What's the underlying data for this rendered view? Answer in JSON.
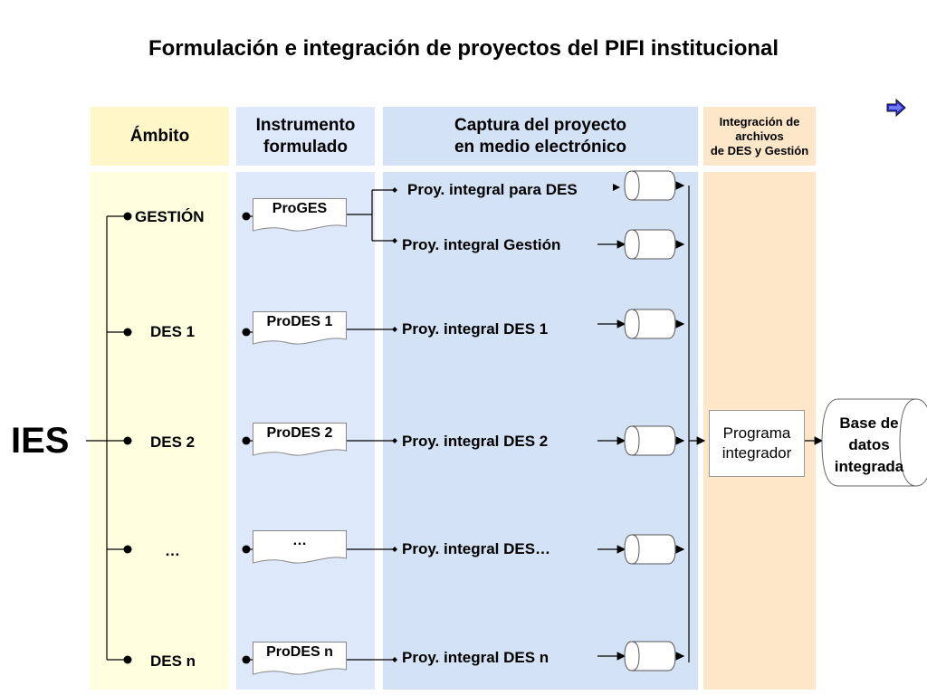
{
  "title": "Formulación e integración de proyectos del PIFI institucional",
  "headers": {
    "ambito": "Ámbito",
    "instrumento": [
      "Instrumento",
      "formulado"
    ],
    "captura": [
      "Captura del proyecto",
      "en medio electrónico"
    ],
    "integracion": [
      "Integración de",
      "archivos",
      "de DES y Gestión"
    ]
  },
  "root": "IES",
  "ambitos": [
    "GESTIÓN",
    "DES 1",
    "DES 2",
    "…",
    "DES n"
  ],
  "instrumentos": [
    "ProGES",
    "ProDES 1",
    "ProDES 2",
    "…",
    "ProDES n"
  ],
  "proyectos": [
    "Proy. integral para DES",
    "Proy. integral Gestión",
    "Proy. integral DES 1",
    "Proy. integral DES 2",
    "Proy. integral DES…",
    "Proy. integral DES n"
  ],
  "integrador": [
    "Programa",
    "integrador"
  ],
  "base_datos": [
    "Base de",
    "datos",
    "integrada"
  ],
  "icons": {
    "nav": "arrow-right-icon"
  },
  "colors": {
    "ambito_bg": "#ffffe0",
    "ambito_head": "#fff7c8",
    "instrumento_bg": "#dde9fb",
    "captura_bg": "#d4e2f6",
    "integracion_bg": "#fde7c8",
    "nav_icon": "#2b2bd8"
  }
}
